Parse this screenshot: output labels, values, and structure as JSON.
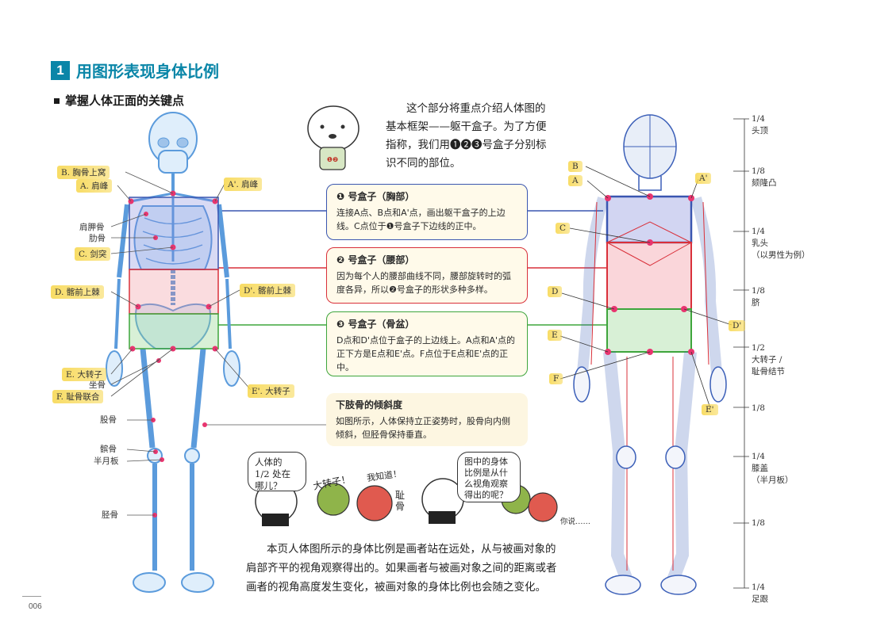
{
  "header": {
    "number": "1",
    "title": "用图形表现身体比例",
    "subtitle": "掌握人体正面的关键点"
  },
  "intro": {
    "line1": "这个部分将重点介绍人体图的",
    "line2": "基本框架——躯干盒子。为了方便",
    "line3": "指称，我们用❶❷❸号盒子分别标",
    "line4": "识不同的部位。"
  },
  "boxes": {
    "chest": {
      "title": "❶ 号盒子（胸部）",
      "text": "连接A点、B点和A'点，画出躯干盒子的上边线。C点位于❶号盒子下边线的正中。"
    },
    "waist": {
      "title": "❷ 号盒子（腰部）",
      "text": "因为每个人的腰部曲线不同，腰部旋转时的弧度各异，所以❷号盒子的形状多种多样。"
    },
    "pelvis": {
      "title": "❸ 号盒子（骨盆）",
      "text": "D点和D'点位于盒子的上边线上。A点和A'点的正下方是E点和E'点。F点位于E点和E'点的正中。"
    },
    "femur": {
      "title": "下肢骨的倾斜度",
      "text": "如图所示，人体保持立正姿势时，股骨向内侧倾斜，但胫骨保持垂直。"
    }
  },
  "skeleton_labels": {
    "b": "B. 胸骨上窝",
    "a": "A. 肩峰",
    "a_prime": "A'. 肩峰",
    "scapula": "肩胛骨",
    "rib": "肋骨",
    "c": "C. 剑突",
    "d": "D. 髂前上棘",
    "d_prime": "D'. 髂前上棘",
    "e": "E. 大转子",
    "ischium": "坐骨",
    "f": "F. 耻骨联合",
    "e_prime": "E'. 大转子",
    "femur": "股骨",
    "patella": "髌骨",
    "meniscus": "半月板",
    "tibia": "胫骨"
  },
  "figure_points": {
    "b": "B",
    "a": "A",
    "a_prime": "A'",
    "c": "C",
    "d": "D",
    "d_prime": "D'",
    "e": "E",
    "f": "F",
    "e_prime": "E'"
  },
  "ratios": [
    {
      "frac": "1/4",
      "label": "头顶"
    },
    {
      "frac": "1/8",
      "label": "颏隆凸"
    },
    {
      "frac": "1/4",
      "label": "乳头",
      "note": "（以男性为例）"
    },
    {
      "frac": "1/8",
      "label": "脐"
    },
    {
      "frac": "1/2",
      "label": "大转子 /",
      "note": "耻骨结节"
    },
    {
      "frac": "1/8",
      "label": ""
    },
    {
      "frac": "1/4",
      "label": "膝盖",
      "note": "（半月板）"
    },
    {
      "frac": "1/8",
      "label": ""
    },
    {
      "frac": "1/4",
      "label": "足跟"
    }
  ],
  "comic": {
    "bubble1": "人体的 1/2 处在哪儿？",
    "bubble2": "大转子！",
    "bubble3": "我知道！",
    "bubble4": "耻骨",
    "bubble5": "图中的身体比例是从什么视角观察得出的呢？",
    "caption": "你说……"
  },
  "bottom": {
    "line1": "本页人体图所示的身体比例是画者站在远处，从与被画对象的",
    "line2": "肩部齐平的视角观察得出的。如果画者与被画对象之间的距离或者",
    "line3": "画者的视角高度发生变化，被画对象的身体比例也会随之变化。"
  },
  "page_number": "006",
  "colors": {
    "accent": "#0a86a8",
    "box1": "#3a56b0",
    "box2": "#d9303a",
    "box3": "#3ea53c",
    "highlight": "#f7d64a",
    "bone": "#5b9bdc",
    "marker": "#e8356f"
  }
}
